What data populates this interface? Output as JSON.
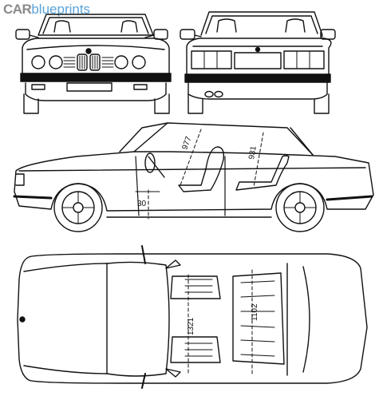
{
  "logo": {
    "brand": "CAR",
    "rest": "blueprints",
    "colors": {
      "brand": "#8a8a8a",
      "rest": "#5aa3d8"
    }
  },
  "dimensions": {
    "a_pillar": "977",
    "b_pillar": "931",
    "step": "30",
    "rear_cabin_width": "1102",
    "front_cabin_width": "1321"
  },
  "views": [
    "front-view",
    "rear-view",
    "side-view",
    "top-view"
  ]
}
